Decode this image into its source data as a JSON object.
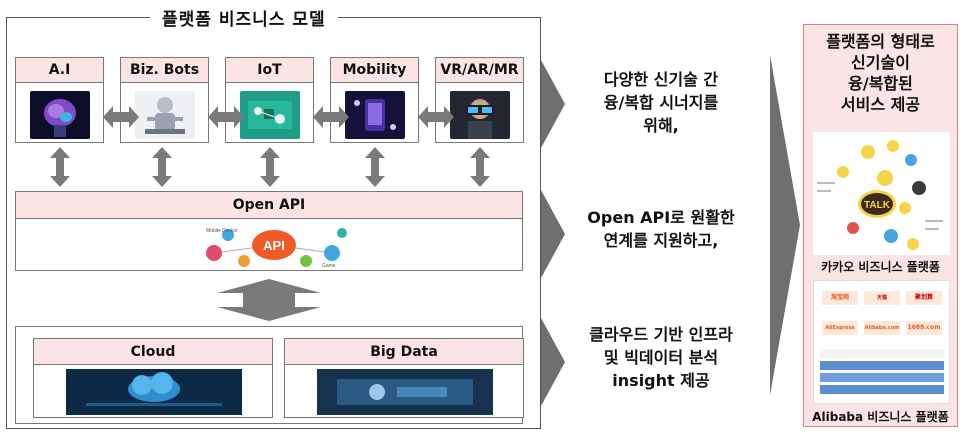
{
  "left_panel": {
    "title": "플랫폼 비즈니스 모델",
    "platforms": [
      {
        "label": "A.I",
        "icon": "ai-brain-image"
      },
      {
        "label": "Biz. Bots",
        "icon": "robot-image"
      },
      {
        "label": "IoT",
        "icon": "circuit-image"
      },
      {
        "label": "Mobility",
        "icon": "mobility-image"
      },
      {
        "label": "VR/AR/MR",
        "icon": "vr-headset-image"
      }
    ],
    "open_api": {
      "label": "Open API",
      "center": "API",
      "nodes": [
        "Mobile Device",
        "Game"
      ]
    },
    "infra": [
      {
        "label": "Cloud",
        "icon": "cloud-image"
      },
      {
        "label": "Big Data",
        "icon": "bigdata-image"
      }
    ]
  },
  "middle": {
    "texts": [
      "다양한 신기술 간\n융/복합 시너지를\n위해,",
      "Open API로 원활한\n연계를 지원하고,",
      "클라우드 기반 인프라\n및 빅데이터 분석\ninsight 제공"
    ]
  },
  "right_panel": {
    "title": "플랫폼의 형태로\n신기술이\n융/복합된\n서비스 제공",
    "kakao_caption": "카카오 비즈니스 플랫폼",
    "kakao_center": "TALK",
    "alibaba_caption": "Alibaba 비즈니스 플랫폼",
    "alibaba_brands": [
      "淘宝网",
      "天猫 TMALL.COM",
      "聚划算",
      "AliExpress",
      "Alibaba.com",
      "1688.com"
    ]
  },
  "colors": {
    "label_fill": "#fbe4e4",
    "border": "#777777",
    "arrow": "#7a7a7a",
    "chevron": "#6f6f6f",
    "accent": "#e08080"
  }
}
